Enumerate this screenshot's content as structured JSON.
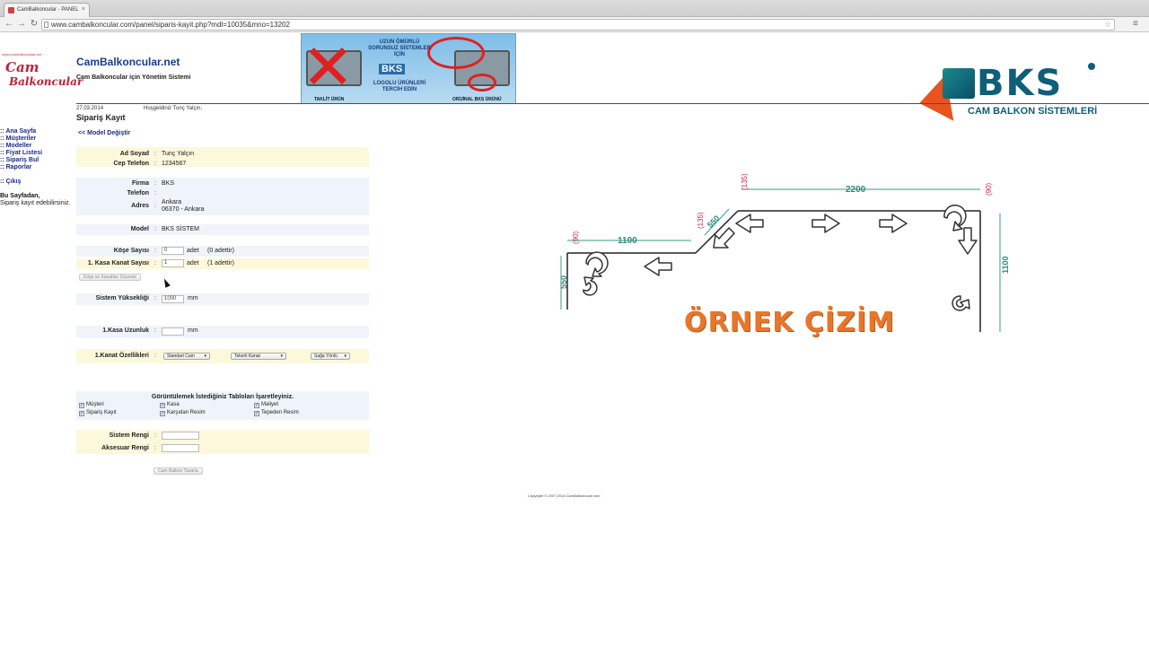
{
  "browser": {
    "tab_title": "CamBalkoncular - PANEL",
    "tab_close": "×",
    "url": "www.cambalkoncular.com/panel/siparis-kayit.php?mdl=10035&mno=13202"
  },
  "logo": {
    "top_text": "www.cambalkoncular.net",
    "line1": "Cam",
    "line2": "Balkoncular"
  },
  "header": {
    "site_title": "CamBalkoncular.net",
    "site_subtitle": "Cam Balkoncular için Yönetim Sistemi",
    "date": "27.03.2014",
    "greeting": "Hoşgeldiniz Tunç Yalçın,",
    "page_title": "Sipariş Kayıt",
    "back_link": "<< Model Değiştir"
  },
  "banner": {
    "text_top": "UZUN ÖMÜRLÜ SORUNSUZ SİSTEMLER İÇİN",
    "brand": "BKS",
    "text_bottom": "LOGOLU ÜRÜNLERİ TERCİH EDİN",
    "caption_left": "TAKLİT ÜRÜN",
    "caption_right": "ORİJİNAL BKS ÜRÜNÜ"
  },
  "bks_logo": {
    "word": "BKS",
    "subtitle": "CAM BALKON SİSTEMLERİ"
  },
  "sidebar": {
    "items": [
      ":: Ana Sayfa",
      ":: Müşteriler",
      ":: Modeller",
      ":: Fiyat Listesi",
      ":: Sipariş Bul",
      ":: Raporlar"
    ],
    "exit": ":: Çıkış",
    "note_title": "Bu Sayfadan,",
    "note_body": "Sipariş kayıt edebilirsiniz."
  },
  "form": {
    "name_label": "Ad Soyad",
    "name_value": "Tunç Yalçın",
    "phone_label": "Cep Telefon",
    "phone_value": "1234567",
    "company_label": "Firma",
    "company_value": "BKS",
    "tel_label": "Telefon",
    "tel_value": "",
    "address_label": "Adres",
    "address_line1": "Ankara",
    "address_line2": "06370 - Ankara",
    "model_label": "Model",
    "model_value": "BKS SİSTEM",
    "corner_label": "Köşe Sayısı",
    "corner_value": "0",
    "corner_unit": "adet",
    "corner_note": "(0 adettir)",
    "kasa_kanat_label": "1. Kasa Kanat Sayısı",
    "kasa_kanat_value": "1",
    "kasa_kanat_unit": "adet",
    "kasa_kanat_note": "(1 adettir)",
    "edit_button": "Köşe ve Kanatları Düzenle",
    "height_label": "Sistem Yüksekliği",
    "height_value": "1000",
    "height_unit": "mm",
    "length_label": "1.Kasa Uzunluk",
    "length_value": "",
    "length_unit": "mm",
    "wing_label": "1.Kanat Özellikleri",
    "wing_glass": "Standart Cam",
    "wing_type": "Tekerli Kanat",
    "wing_dir": "Sağa Yönlü",
    "table_title": "Görüntülemek İstediğiniz Tabloları İşaretleyiniz.",
    "checks": [
      "Müşteri",
      "Kasa",
      "Maliyet",
      "Sipariş Kayıt",
      "Karşıdan Resim",
      "Tepeden Resim"
    ],
    "system_color_label": "Sistem Rengi",
    "accessory_color_label": "Aksesuar Rengi",
    "submit_button": "Cam Balkon Tasarla"
  },
  "drawing": {
    "label_2200": "2200",
    "label_1100_top": "1100",
    "label_550_left": "550",
    "label_550_diag": "550",
    "label_1100_right": "1100",
    "angle_90_left": "(90)",
    "angle_135_a": "(135)",
    "angle_135_b": "(135)",
    "angle_90_right": "(90)",
    "watermark": "ÖRNEK ÇİZİM"
  },
  "footer": {
    "copyright": "Copyright © 2007-2014 CamBalkoncular.com"
  }
}
